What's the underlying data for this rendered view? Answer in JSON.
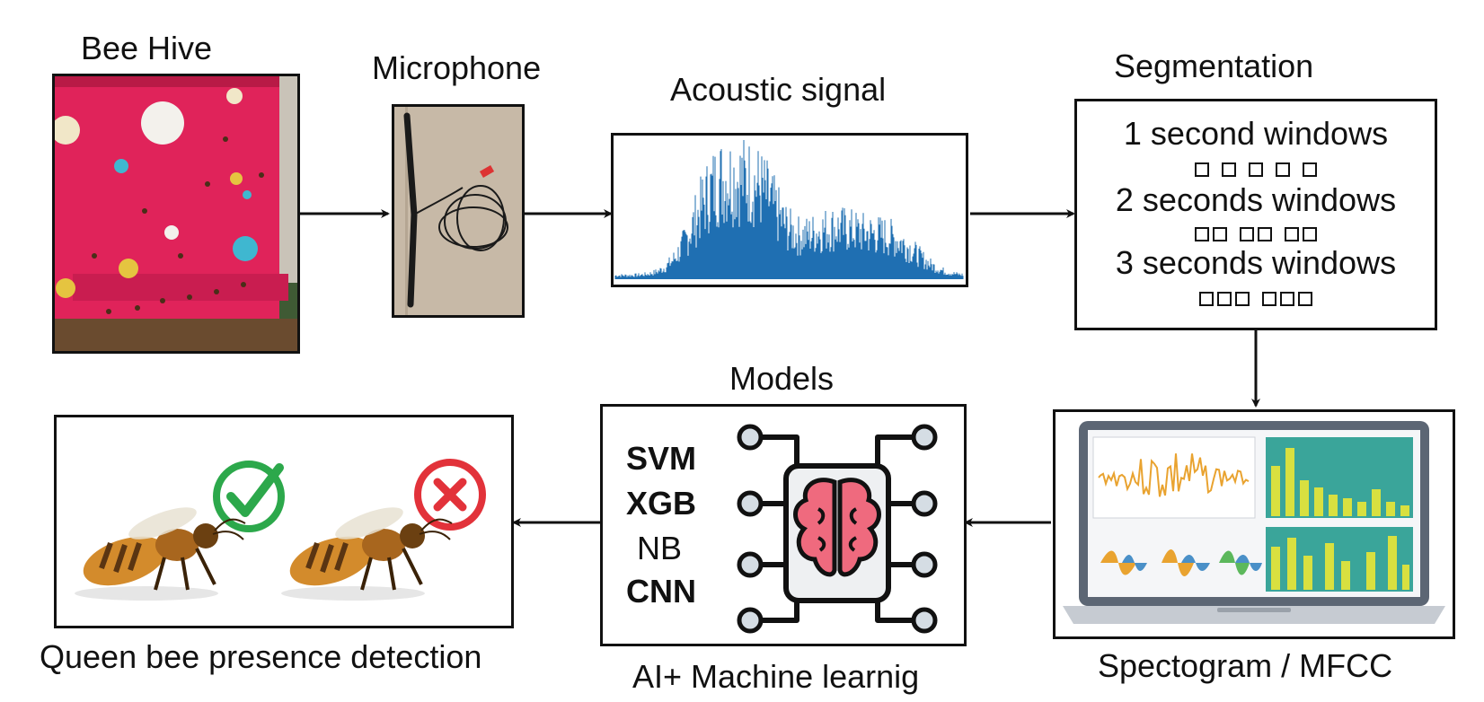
{
  "hive": {
    "label": "Bee Hive"
  },
  "microphone": {
    "label": "Microphone"
  },
  "signal": {
    "label": "Acoustic signal"
  },
  "segmentation": {
    "label": "Segmentation",
    "windows": [
      {
        "text": "1 second windows",
        "groups": [
          1,
          1,
          1,
          1,
          1
        ]
      },
      {
        "text": "2 seconds windows",
        "groups": [
          2,
          2,
          2
        ]
      },
      {
        "text": "3 seconds windows",
        "groups": [
          3,
          3
        ]
      }
    ]
  },
  "features": {
    "label": "Spectogram / MFCC"
  },
  "models": {
    "title": "Models",
    "items": [
      {
        "name": "SVM",
        "bold": true
      },
      {
        "name": "XGB",
        "bold": true
      },
      {
        "name": "NB",
        "bold": false
      },
      {
        "name": "CNN",
        "bold": true
      }
    ],
    "caption": "AI+ Machine learnig"
  },
  "output": {
    "label": "Queen bee presence detection"
  },
  "colors": {
    "hive_red": "#e0235a",
    "waveform": "#1f6fb2",
    "check_green": "#2ca84b",
    "cross_red": "#e2323a",
    "brain_pink": "#ef6a7e",
    "chart_orange": "#e9a330",
    "heatmap_teal": "#3aa59a",
    "heatmap_yellow": "#d8e040"
  }
}
